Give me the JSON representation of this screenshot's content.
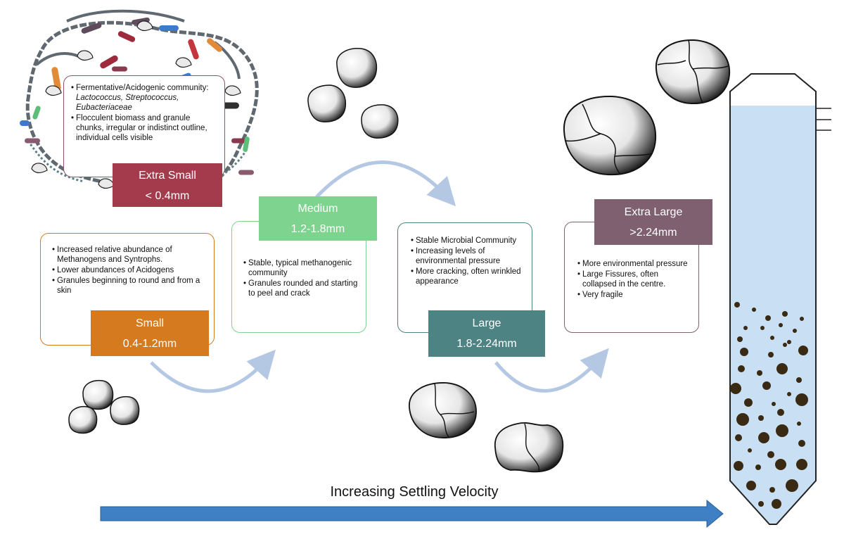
{
  "stages": [
    {
      "key": "extra_small",
      "name": "Extra Small",
      "size": "< 0.4mm",
      "color": "#A33B4C",
      "bullets": [
        {
          "parts": [
            {
              "t": "Fermentative/Acidogenic community: ",
              "i": false
            },
            {
              "t": "Lactococcus, Streptococcus, Eubacteriaceae",
              "i": true
            }
          ]
        },
        {
          "parts": [
            {
              "t": "Flocculent biomass and granule chunks, irregular or indistinct outline, individual cells visible",
              "i": false
            }
          ]
        }
      ]
    },
    {
      "key": "small",
      "name": "Small",
      "size": "0.4-1.2mm",
      "color": "#D57A1F",
      "bullets": [
        {
          "parts": [
            {
              "t": "Increased relative abundance of Methanogens and Syntrophs.",
              "i": false
            }
          ]
        },
        {
          "parts": [
            {
              "t": "Lower abundances of Acidogens",
              "i": false
            }
          ]
        },
        {
          "parts": [
            {
              "t": "Granules beginning to round and from a skin",
              "i": false
            }
          ]
        }
      ]
    },
    {
      "key": "medium",
      "name": "Medium",
      "size": "1.2-1.8mm",
      "color": "#7ED48E",
      "bullets": [
        {
          "parts": [
            {
              "t": "Stable, typical methanogenic community",
              "i": false
            }
          ]
        },
        {
          "parts": [
            {
              "t": "Granules rounded and starting to peel and crack",
              "i": false
            }
          ]
        }
      ]
    },
    {
      "key": "large",
      "name": "Large",
      "size": "1.8-2.24mm",
      "color": "#4E8384",
      "bullets": [
        {
          "parts": [
            {
              "t": "Stable Microbial Community",
              "i": false
            }
          ]
        },
        {
          "parts": [
            {
              "t": "Increasing levels of environmental pressure",
              "i": false
            }
          ]
        },
        {
          "parts": [
            {
              "t": "More cracking, often wrinkled appearance",
              "i": false
            }
          ]
        }
      ]
    },
    {
      "key": "extra_large",
      "name": "Extra Large",
      "size": ">2.24mm",
      "color": "#7E6070",
      "bullets": [
        {
          "parts": [
            {
              "t": "More environmental pressure",
              "i": false
            }
          ]
        },
        {
          "parts": [
            {
              "t": "Large Fissures, often collapsed in the centre.",
              "i": false
            }
          ]
        },
        {
          "parts": [
            {
              "t": "Very fragile",
              "i": false
            }
          ]
        }
      ]
    }
  ],
  "velocity_caption": "Increasing Settling Velocity",
  "colors": {
    "flow_arrow": "#B4C8E4",
    "velocity_arrow": "#3F7FC4",
    "reactor_liquid": "#C9DFF4",
    "granule_fill": "#3A2A14",
    "filament": "#5A6E72"
  },
  "icons": [
    "bacteria-cluster-icon",
    "granule-icon",
    "reactor-column-icon",
    "arrow-right-icon"
  ]
}
